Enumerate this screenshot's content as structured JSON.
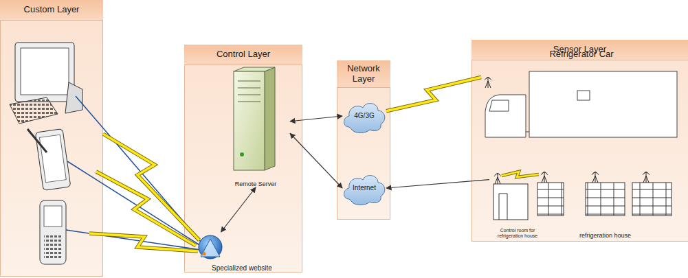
{
  "diagram": {
    "nodes": [
      {
        "text": [
          "Custom Layer"
        ]
      },
      {
        "text": [
          "Control Layer"
        ]
      },
      {
        "text": [
          "Remote Server"
        ],
        "in": 1
      },
      {
        "text": [
          "Specialized website"
        ],
        "in": 1
      },
      {
        "text": [
          "Network Layer"
        ]
      },
      {
        "text": [
          "4G/3G"
        ],
        "in": 4
      },
      {
        "text": [
          "Internet"
        ],
        "in": 4
      },
      {
        "text": [
          "Sensor Layer"
        ]
      },
      {
        "text": [
          "Refrigerator Car"
        ],
        "in": 7
      },
      {
        "text": [
          "Control room for refrigeration house"
        ],
        "in": 7
      },
      {
        "text": [
          "refrigeration house"
        ],
        "in": 7
      }
    ],
    "edges": [
      {
        "from": 2,
        "to": 3,
        "arrow": "both"
      },
      {
        "from": 2,
        "to": 5,
        "arrow": "both"
      },
      {
        "from": 2,
        "to": 6,
        "arrow": "both"
      },
      {
        "from": 5,
        "to": 8,
        "arrow": "none"
      },
      {
        "from": 9,
        "to": 6,
        "arrow": "to"
      }
    ]
  }
}
